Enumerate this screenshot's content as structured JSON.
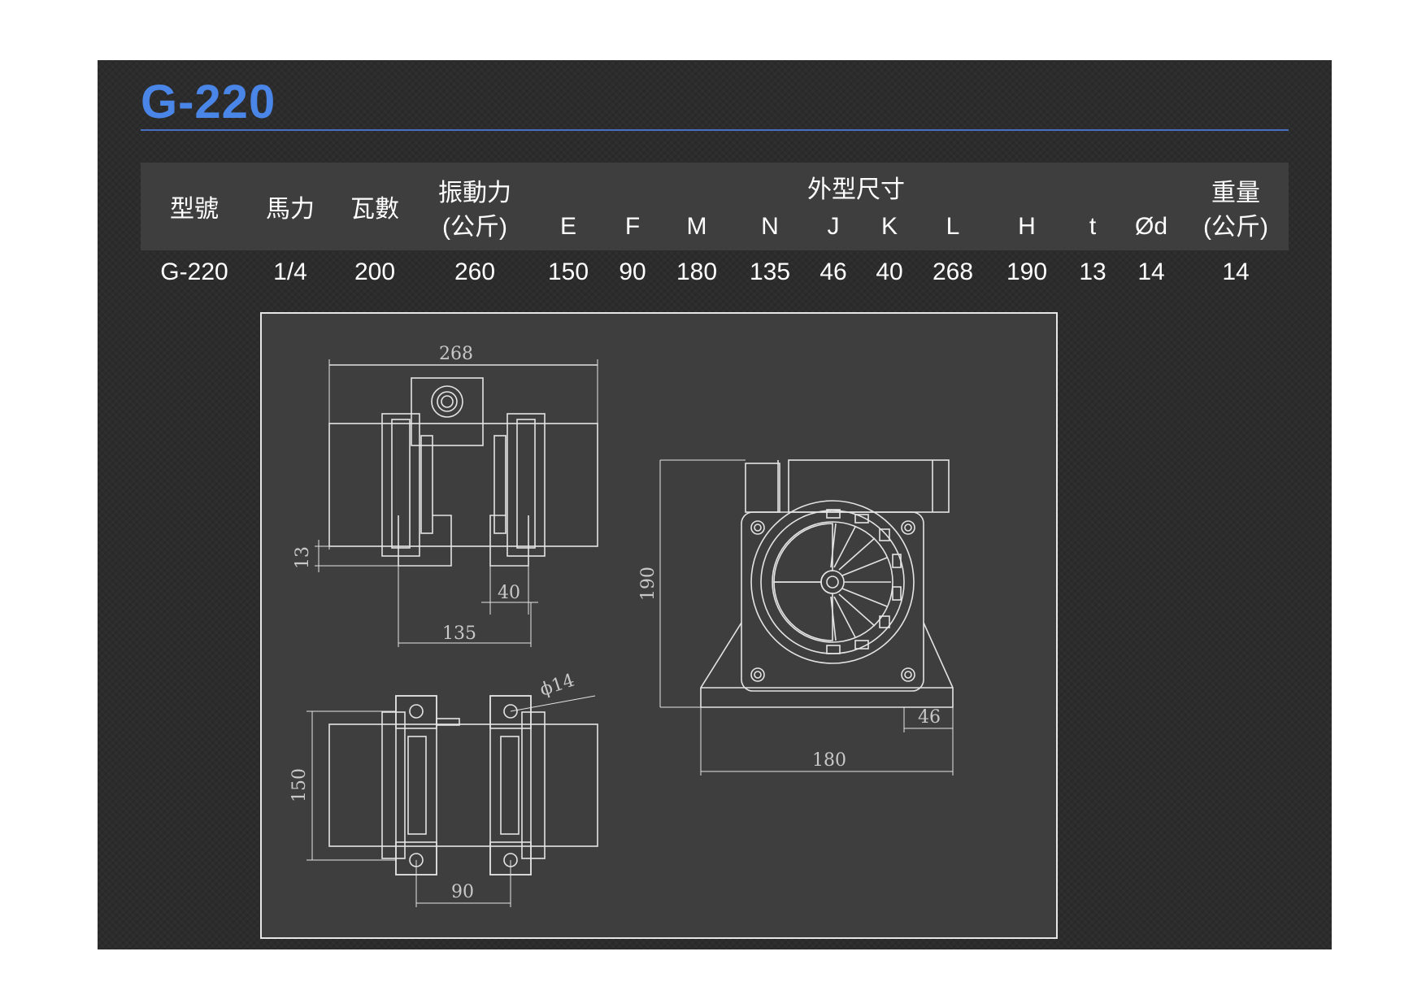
{
  "title": "G-220",
  "table": {
    "headers": {
      "model": "型號",
      "hp": "馬力",
      "watt": "瓦數",
      "force_line1": "振動力",
      "force_line2": "(公斤)",
      "dims_group": "外型尺寸",
      "dims": [
        "E",
        "F",
        "M",
        "N",
        "J",
        "K",
        "L",
        "H",
        "t",
        "Ød"
      ],
      "weight_line1": "重量",
      "weight_line2": "(公斤)"
    },
    "row": {
      "model": "G-220",
      "hp": "1/4",
      "watt": "200",
      "force": "260",
      "dims": [
        "150",
        "90",
        "180",
        "135",
        "46",
        "40",
        "268",
        "190",
        "13",
        "14"
      ],
      "weight": "14"
    }
  },
  "drawing": {
    "dim_268": "268",
    "dim_13": "13",
    "dim_40": "40",
    "dim_135": "135",
    "dim_phi14": "ϕ14",
    "dim_150": "150",
    "dim_90": "90",
    "dim_190": "190",
    "dim_46": "46",
    "dim_180": "180"
  }
}
